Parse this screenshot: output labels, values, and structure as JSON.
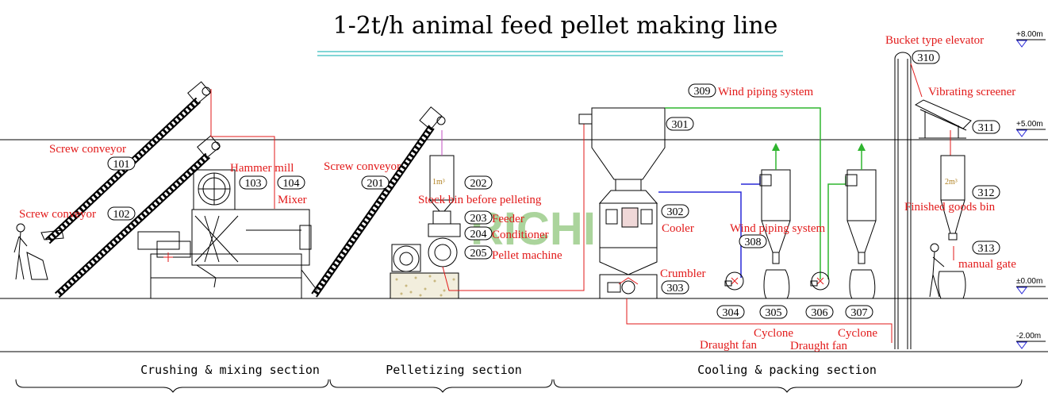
{
  "title": "1-2t/h animal feed pellet making line",
  "logo_text": "RICHI",
  "colors": {
    "label": "#e21a1a",
    "green_pipe": "#2fb52f",
    "blue_pipe": "#2a2ad8",
    "title_underline": "#58c9c9",
    "logo": "#5aaa3c"
  },
  "elevations": [
    "+8.00m",
    "+5.00m",
    "±0.00m",
    "-2.00m"
  ],
  "labels": {
    "screw_conveyor_101": "Screw conveyor",
    "screw_conveyor_102": "Screw conveyor",
    "hammer_mill": "Hammer mill",
    "mixer": "Mixer",
    "screw_conveyor_201": "Screw conveyor",
    "stock_bin": "Stock bin before pelleting",
    "feeder": "Feeder",
    "conditioner": "Conditioner",
    "pellet_machine": "Pellet machine",
    "cooler": "Cooler",
    "crumbler": "Crumbler",
    "wind_piping_309": "Wind piping system",
    "wind_piping_308": "Wind piping system",
    "cyclone_305": "Cyclone",
    "cyclone_307": "Cyclone",
    "draught_fan_304": "Draught fan",
    "draught_fan_306": "Draught fan",
    "bucket_elevator": "Bucket type elevator",
    "vibrating_screener": "Vibrating screener",
    "finished_bin": "Finished goods bin",
    "manual_gate": "manual gate",
    "bin_1m3": "1m³",
    "bin_2m3": "2m³"
  },
  "numbers": {
    "n101": "101",
    "n102": "102",
    "n103": "103",
    "n104": "104",
    "n201": "201",
    "n202": "202",
    "n203": "203",
    "n204": "204",
    "n205": "205",
    "n301": "301",
    "n302": "302",
    "n303": "303",
    "n304": "304",
    "n305": "305",
    "n306": "306",
    "n307": "307",
    "n308": "308",
    "n309": "309",
    "n310": "310",
    "n311": "311",
    "n312": "312",
    "n313": "313"
  },
  "sections": [
    "Crushing & mixing section",
    "Pelletizing section",
    "Cooling & packing section"
  ]
}
